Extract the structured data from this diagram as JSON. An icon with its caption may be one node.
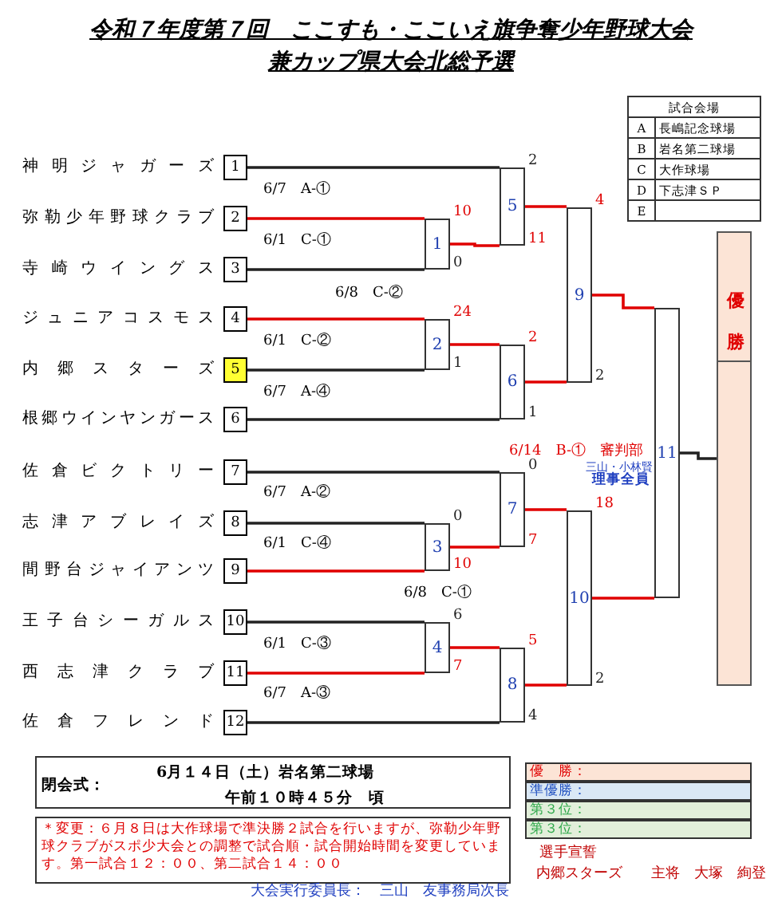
{
  "diagram": {
    "title": "令和７年度第７回　ここすも・ここいえ旗争奪少年野球大会",
    "nodes": [
      {
        "text": [
          "1"
        ],
        "beside": [
          "神明ジャガーズ"
        ]
      },
      {
        "text": [
          "2"
        ],
        "beside": [
          "弥勒少年野球クラブ"
        ]
      },
      {
        "text": [
          "3"
        ],
        "beside": [
          "寺崎ウイングス"
        ]
      },
      {
        "text": [
          "4"
        ],
        "beside": [
          "ジュニアコスモス"
        ]
      },
      {
        "text": [
          "5"
        ],
        "beside": [
          "内郷スターズ"
        ]
      },
      {
        "text": [
          "6"
        ],
        "beside": [
          "根郷ウインヤンガース"
        ]
      },
      {
        "text": [
          "7"
        ],
        "beside": [
          "佐倉ビクトリー"
        ]
      },
      {
        "text": [
          "8"
        ],
        "beside": [
          "志津アブレイズ"
        ]
      },
      {
        "text": [
          "9"
        ],
        "beside": [
          "間野台ジャイアンツ"
        ]
      },
      {
        "text": [
          "10"
        ],
        "beside": [
          "王子台シーガルス"
        ]
      },
      {
        "text": [
          "11"
        ],
        "beside": [
          "西志津クラブ"
        ]
      },
      {
        "text": [
          "12"
        ],
        "beside": [
          "佐倉フレンド"
        ]
      },
      {
        "text": [
          "1"
        ],
        "beside": [
          "10",
          "0"
        ]
      },
      {
        "text": [
          "2"
        ],
        "beside": [
          "24",
          "1"
        ]
      },
      {
        "text": [
          "3"
        ],
        "beside": [
          "0",
          "10"
        ]
      },
      {
        "text": [
          "4"
        ],
        "beside": [
          "6",
          "7"
        ]
      },
      {
        "text": [
          "5"
        ],
        "beside": [
          "2",
          "11"
        ]
      },
      {
        "text": [
          "6"
        ],
        "beside": [
          "2",
          "1"
        ]
      },
      {
        "text": [
          "7"
        ],
        "beside": [
          "0",
          "7"
        ]
      },
      {
        "text": [
          "8"
        ],
        "beside": [
          "5",
          "4"
        ]
      },
      {
        "text": [
          "9"
        ],
        "beside": [
          "4",
          "2"
        ]
      },
      {
        "text": [
          "10"
        ],
        "beside": [
          "18",
          "2"
        ]
      },
      {
        "text": [
          "11"
        ],
        "beside": [
          "6/14　B-①　審判部",
          "三山・小林賢",
          "理事全員"
        ]
      },
      {
        "text": [
          "優勝"
        ]
      },
      {
        "text": [
          "閉会式：",
          "6月１４日（土）岩名第二球場",
          "午前１０時４５分　頃"
        ]
      },
      {
        "text": [
          "＊変更：６月８日は大作球場で準決勝２試合を行いますが、弥勒少年野球クラブがスポ少大会との調整で試合順・試合開始時間を変更しています。第一試合１２：００、第二試合１４：００"
        ]
      },
      {
        "text": [
          "優　勝："
        ]
      },
      {
        "text": [
          "準優勝："
        ]
      },
      {
        "text": [
          "第３位："
        ]
      },
      {
        "text": [
          "第３位："
        ]
      }
    ],
    "edges": [
      {
        "from": 0,
        "to": 16,
        "arrow": "none",
        "color": "#222222"
      },
      {
        "from": 1,
        "to": 12,
        "arrow": "none",
        "color": "#e00000"
      },
      {
        "from": 2,
        "to": 12,
        "arrow": "none",
        "color": "#222222"
      },
      {
        "from": 12,
        "to": 16,
        "arrow": "none",
        "color": "#e00000"
      },
      {
        "from": 3,
        "to": 13,
        "arrow": "none",
        "color": "#e00000"
      },
      {
        "from": 4,
        "to": 13,
        "arrow": "none",
        "color": "#222222"
      },
      {
        "from": 13,
        "to": 17,
        "arrow": "none",
        "color": "#e00000"
      },
      {
        "from": 5,
        "to": 17,
        "arrow": "none",
        "color": "#222222"
      },
      {
        "from": 16,
        "to": 20,
        "arrow": "none",
        "color": "#e00000"
      },
      {
        "from": 17,
        "to": 20,
        "arrow": "none",
        "color": "#e00000"
      },
      {
        "from": 20,
        "to": 22,
        "arrow": "none",
        "color": "#e00000"
      },
      {
        "from": 6,
        "to": 18,
        "arrow": "none",
        "color": "#222222"
      },
      {
        "from": 7,
        "to": 14,
        "arrow": "none",
        "color": "#222222"
      },
      {
        "from": 8,
        "to": 14,
        "arrow": "none",
        "color": "#e00000"
      },
      {
        "from": 14,
        "to": 18,
        "arrow": "none",
        "color": "#e00000"
      },
      {
        "from": 9,
        "to": 15,
        "arrow": "none",
        "color": "#222222"
      },
      {
        "from": 10,
        "to": 15,
        "arrow": "none",
        "color": "#e00000"
      },
      {
        "from": 15,
        "to": 19,
        "arrow": "none",
        "color": "#e00000"
      },
      {
        "from": 11,
        "to": 19,
        "arrow": "none",
        "color": "#222222"
      },
      {
        "from": 18,
        "to": 21,
        "arrow": "none",
        "color": "#e00000"
      },
      {
        "from": 19,
        "to": 21,
        "arrow": "none",
        "color": "#e00000"
      },
      {
        "from": 21,
        "to": 22,
        "arrow": "none",
        "color": "#e00000"
      },
      {
        "from": 22,
        "to": 23,
        "arrow": "none",
        "color": "#222222"
      }
    ],
    "labels": [
      "兼カップ県大会北総予選",
      "試合会場",
      "A",
      "長嶋記念球場",
      "B",
      "岩名第二球場",
      "C",
      "大作球場",
      "D",
      "下志津ＳＰ",
      "E",
      "6/7　A-①",
      "6/1　C-①",
      "6/8　C-②",
      "6/1　C-②",
      "6/7　A-④",
      "6/7　A-②",
      "6/1　C-④",
      "6/8　C-①",
      "6/1　C-③",
      "6/7　A-③",
      "選手宣誓",
      "内郷スターズ",
      "主将　大塚　絢登",
      "大会実行委員長：　三山　友事務局次長"
    ]
  }
}
